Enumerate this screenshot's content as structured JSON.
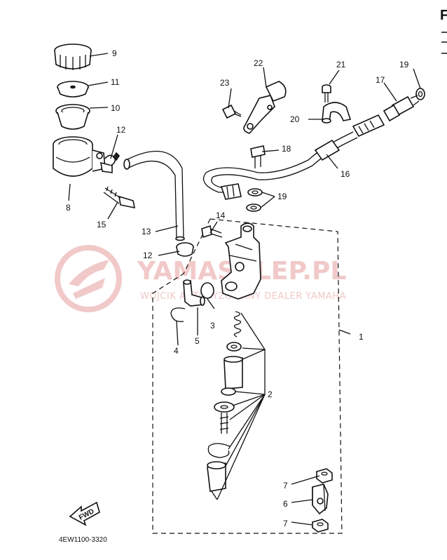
{
  "watermark": {
    "brand": "YAMASKLEP.PL",
    "tagline": "WOJCIK AUTORYZOWANY DEALER YAMAHA"
  },
  "diagram": {
    "code": "4EW1100-3320",
    "fwd_label": "FWD",
    "corner_glyph": "F",
    "callouts": [
      "1",
      "2",
      "3",
      "4",
      "5",
      "6",
      "7",
      "7",
      "8",
      "9",
      "10",
      "11",
      "12",
      "12",
      "13",
      "14",
      "15",
      "16",
      "17",
      "18",
      "19",
      "19",
      "20",
      "21",
      "22",
      "23"
    ]
  },
  "colors": {
    "line": "#111111",
    "watermark": "#f1c9c9"
  }
}
